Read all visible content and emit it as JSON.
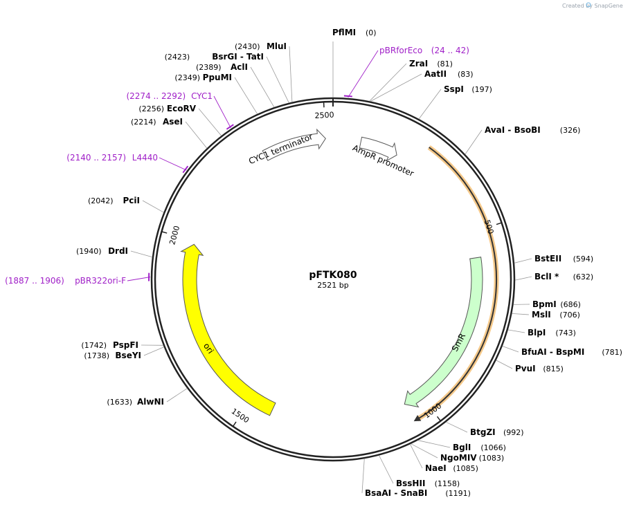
{
  "credit": "Created by SnapGene",
  "plasmid": {
    "name": "pFTK080",
    "size_label": "2521 bp",
    "length": 2521
  },
  "ticks": [
    "500",
    "1000",
    "1500",
    "2000",
    "2500"
  ],
  "colors": {
    "ori": "#ffff00",
    "smr": "#ccffcc",
    "primer": "#a020c8",
    "backbone": "#333333"
  },
  "features": [
    {
      "label": "CYC1 terminator",
      "color": "#ffffff"
    },
    {
      "label": "AmpR promoter",
      "color": "#ffffff"
    },
    {
      "label": "SmR",
      "color": "#ccffcc"
    },
    {
      "label": "ori",
      "color": "#ffff00"
    }
  ],
  "sites": [
    {
      "name": "PflMI",
      "pos": "(0)"
    },
    {
      "name": "ZraI",
      "pos": "(81)"
    },
    {
      "name": "AatII",
      "pos": "(83)"
    },
    {
      "name": "SspI",
      "pos": "(197)"
    },
    {
      "name": "AvaI  - BsoBI",
      "pos": "(326)"
    },
    {
      "name": "BstEII",
      "pos": "(594)"
    },
    {
      "name": "BclI *",
      "pos": "(632)"
    },
    {
      "name": "BpmI",
      "pos": "(686)"
    },
    {
      "name": "MslI",
      "pos": "(706)"
    },
    {
      "name": "BlpI",
      "pos": "(743)"
    },
    {
      "name": "BfuAI  - BspMI",
      "pos": "(781)"
    },
    {
      "name": "PvuI",
      "pos": "(815)"
    },
    {
      "name": "BtgZI",
      "pos": "(992)"
    },
    {
      "name": "BglI",
      "pos": "(1066)"
    },
    {
      "name": "NgoMIV",
      "pos": "(1083)"
    },
    {
      "name": "NaeI",
      "pos": "(1085)"
    },
    {
      "name": "BssHII",
      "pos": "(1158)"
    },
    {
      "name": "BsaAI  - SnaBI",
      "pos": "(1191)"
    },
    {
      "name": "AlwNI",
      "pos": "(1633)"
    },
    {
      "name": "BseYI",
      "pos": "(1738)"
    },
    {
      "name": "PspFI",
      "pos": "(1742)"
    },
    {
      "name": "DrdI",
      "pos": "(1940)"
    },
    {
      "name": "PciI",
      "pos": "(2042)"
    },
    {
      "name": "AseI",
      "pos": "(2214)"
    },
    {
      "name": "EcoRV",
      "pos": "(2256)"
    },
    {
      "name": "PpuMI",
      "pos": "(2349)"
    },
    {
      "name": "AclI",
      "pos": "(2389)"
    },
    {
      "name": "BsrGI  - TatI",
      "pos": "(2423)"
    },
    {
      "name": "MluI",
      "pos": "(2430)"
    }
  ],
  "primers": [
    {
      "name": "pBRforEco",
      "range": "(24 .. 42)"
    },
    {
      "name": "CYC1",
      "range": "(2274 .. 2292)"
    },
    {
      "name": "L4440",
      "range": "(2140 .. 2157)"
    },
    {
      "name": "pBR322ori-F",
      "range": "(1887 .. 1906)"
    }
  ]
}
